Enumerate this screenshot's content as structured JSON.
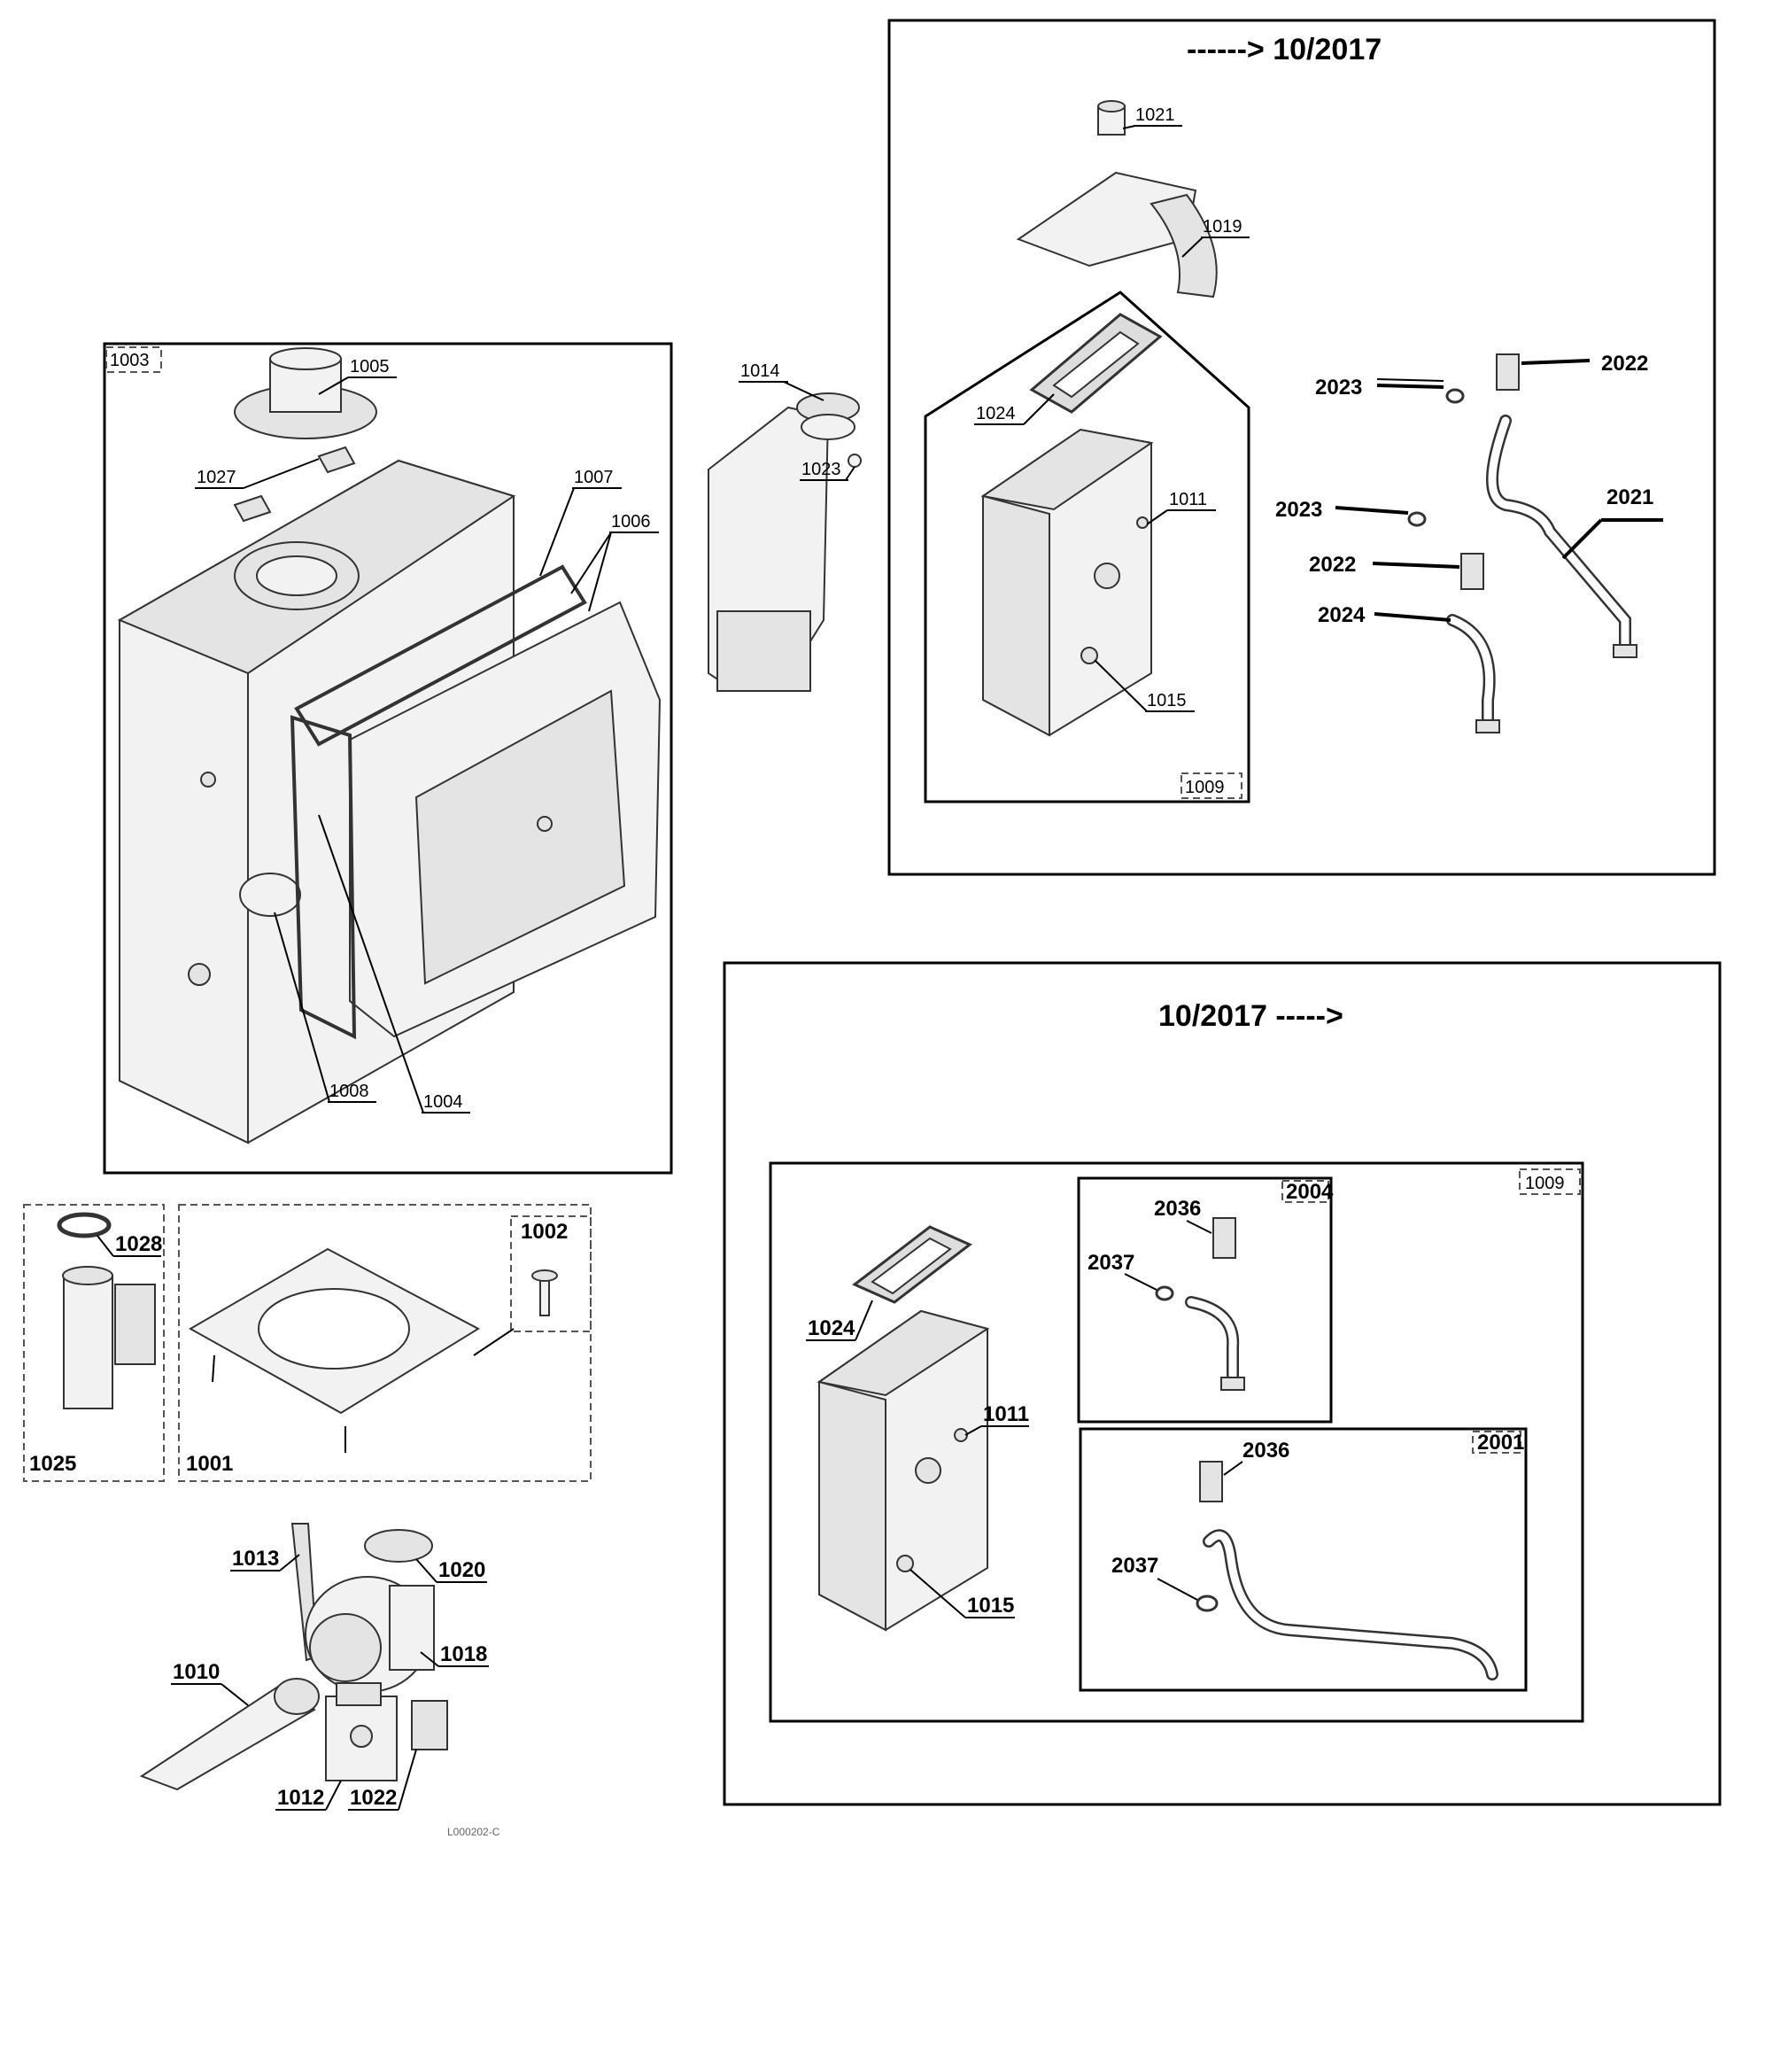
{
  "panels": {
    "before_heading": "------> 10/2017",
    "after_heading": "10/2017 ----->"
  },
  "labels": {
    "p1003": "1003",
    "p1005": "1005",
    "p1027": "1027",
    "p1007": "1007",
    "p1006": "1006",
    "p1008": "1008",
    "p1004": "1004",
    "p1014": "1014",
    "p1023": "1023",
    "p1021": "1021",
    "p1019": "1019",
    "p1024_top": "1024",
    "p1011_top": "1011",
    "p1015_top": "1015",
    "p1009_top": "1009",
    "p2023_a": "2023",
    "p2022_a": "2022",
    "p2023_b": "2023",
    "p2021": "2021",
    "p2022_b": "2022",
    "p2024": "2024",
    "p1028": "1028",
    "p1025": "1025",
    "p1001": "1001",
    "p1002": "1002",
    "p1013": "1013",
    "p1020": "1020",
    "p1018": "1018",
    "p1010": "1010",
    "p1012": "1012",
    "p1022": "1022",
    "drawing_ref": "L000202-C",
    "p1009_bottom": "1009",
    "p2004": "2004",
    "p2036_a": "2036",
    "p2037_a": "2037",
    "p1024_bottom": "1024",
    "p1011_bottom": "1011",
    "p1015_bottom": "1015",
    "p2001": "2001",
    "p2036_b": "2036",
    "p2037_b": "2037"
  }
}
